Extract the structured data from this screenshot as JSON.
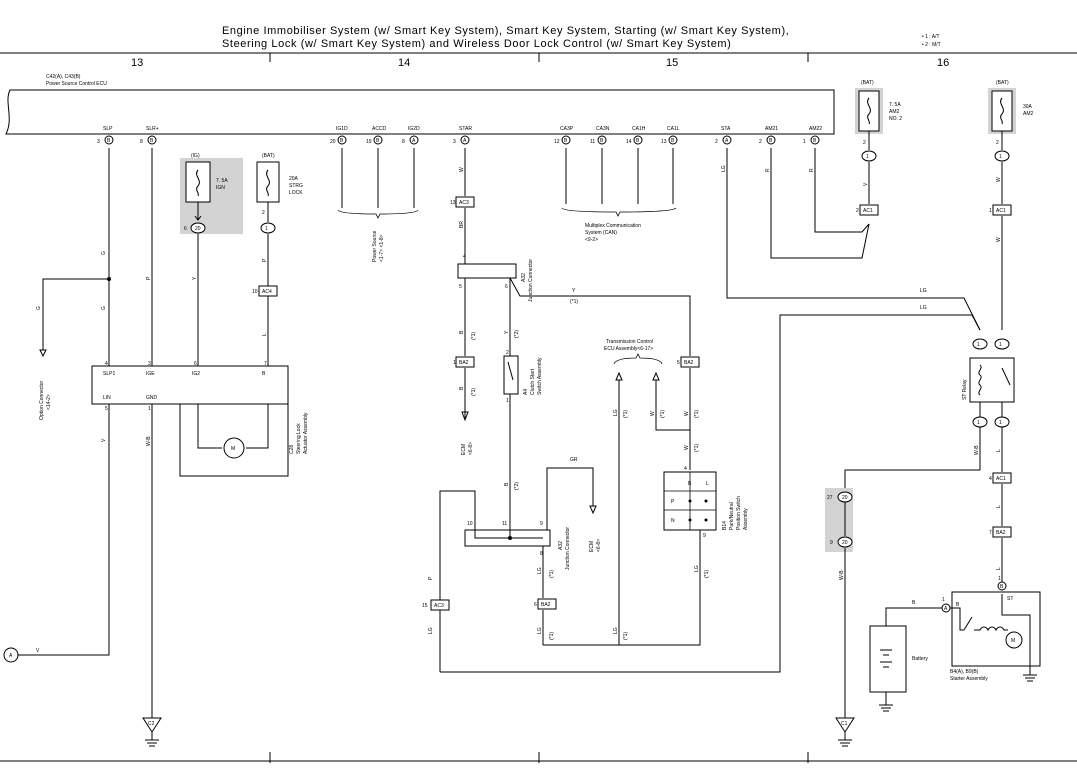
{
  "header": {
    "title_line1": "Engine Immobiliser System (w/ Smart Key System),  Smart Key System,  Starting (w/ Smart Key System),",
    "title_line2": "Steering Lock (w/ Smart Key System) and Wireless Door Lock Control (w/ Smart Key System)",
    "note1": "• 1 : A/T",
    "note2": "• 2 : M/T",
    "columns": [
      "13",
      "14",
      "15",
      "16"
    ]
  },
  "ecu": {
    "label1": "C42(A), C43(B)",
    "label2": "Power Source Control ECU",
    "pins": [
      "SLP",
      "SLR+",
      "IG1D",
      "ACCD",
      "IG2D",
      "STAR",
      "CA3P",
      "CA3N",
      "CA1H",
      "CA1L",
      "STA",
      "AM21",
      "AM22"
    ],
    "pin_nums": [
      "3",
      "8",
      "20",
      "19",
      "8",
      "3",
      "12",
      "11",
      "14",
      "13",
      "2",
      "2",
      "1"
    ],
    "pin_conn": [
      "B",
      "B",
      "B",
      "B",
      "A",
      "A",
      "B",
      "B",
      "B",
      "B",
      "A",
      "B",
      "B"
    ]
  },
  "fuses": {
    "ig_src": "(IG)",
    "ig_l1": "7. 5A",
    "ig_l2": "IGN",
    "bat1_src": "(BAT)",
    "strg_l1": "20A",
    "strg_l2": "STRG",
    "strg_l3": "LOCK",
    "bat2_src": "(BAT)",
    "am2n_l1": "7. 5A",
    "am2n_l2": "AM2",
    "am2n_l3": "NO. 2",
    "bat3_src": "(BAT)",
    "am2_l1": "30A",
    "am2_l2": "AM2"
  },
  "steering": {
    "pins_top": [
      "SLP1",
      "IGE",
      "IG2",
      "B"
    ],
    "pin_nums_top": [
      "4",
      "3",
      "6",
      "7"
    ],
    "pins_bot": [
      "LIN",
      "GND"
    ],
    "pin_nums_bot": [
      "5",
      "1"
    ],
    "label1": "C28",
    "label2": "Steering Lock",
    "label3": "Actuator Assembly"
  },
  "labels": {
    "power_source": "Power Source",
    "power_source_ref": "<1-7> <1-8>",
    "mpx1": "Multiplex Communication",
    "mpx2": "System (CAN)",
    "mpx3": "<9-2>",
    "tcm1": "Transmission Control",
    "tcm2": "ECU Assembly<6-17>",
    "option1": "Option Connector",
    "option2": "<14-2>",
    "jc_a32": "A32",
    "jc_name": "Junction Connector",
    "clutch1": "A4",
    "clutch2": "Clutch Start",
    "clutch3": "Switch Assembly",
    "pnp1": "B14",
    "pnp2": "Park/Neutral",
    "pnp3": "Position Switch",
    "pnp4": "Assembly",
    "ecm1": "ECM",
    "ecm2": "<6-8>",
    "st_relay": "ST Relay",
    "battery": "Battery",
    "starter1": "B4(A), B9(B)",
    "starter2": "Starter Assembly",
    "pnp_b": "B",
    "pnp_l": "L",
    "pnp_p": "P",
    "pnp_n": "N",
    "starter_b": "B",
    "starter_st": "ST",
    "motor": "M",
    "star1": "(*1)",
    "star2": "(*2)"
  },
  "connectors": {
    "ac3": "AC3",
    "ac4": "AC4",
    "ac1": "AC1",
    "ba2": "BA2",
    "one": "1",
    "two0": "20",
    "ground_c1": "C1",
    "ground_c2": "C2",
    "junction_a": "A"
  },
  "wires": {
    "g": "G",
    "p": "P",
    "y": "Y",
    "l": "L",
    "v": "V",
    "wb": "W-B",
    "w": "W",
    "br": "BR",
    "b": "B",
    "lg": "LG",
    "r": "R",
    "gr": "GR"
  }
}
